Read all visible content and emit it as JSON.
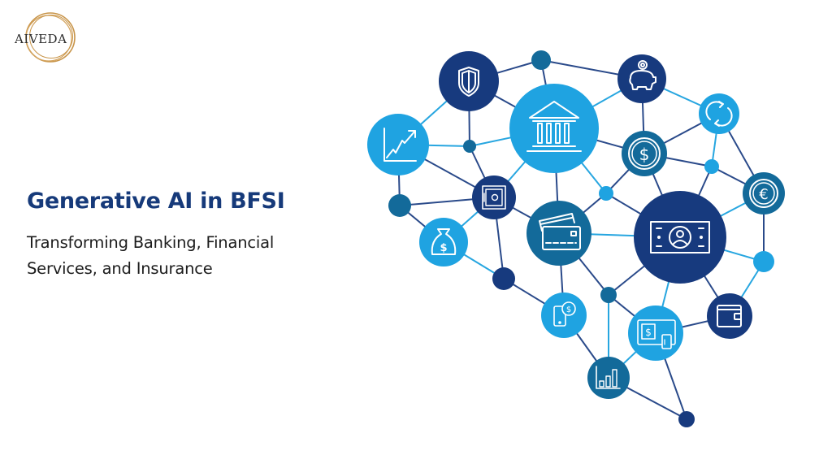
{
  "logo": {
    "text": "AIVEDA",
    "ring_color": "#c8954a"
  },
  "hero": {
    "title": "Generative AI in BFSI",
    "subtitle_line1": "Transforming Banking, Financial",
    "subtitle_line2": "Services, and Insurance"
  },
  "colors": {
    "navy": "#173a7e",
    "teal": "#136a9a",
    "light": "#1fa3e1",
    "title": "#163a7a"
  },
  "network": {
    "nodes": [
      {
        "id": "shield",
        "icon": "shield-icon"
      },
      {
        "id": "piggy-bank",
        "icon": "piggy-bank-icon"
      },
      {
        "id": "growth-chart",
        "icon": "growth-chart-icon"
      },
      {
        "id": "bank",
        "icon": "bank-icon"
      },
      {
        "id": "refresh",
        "icon": "refresh-icon"
      },
      {
        "id": "dollar-coin",
        "icon": "dollar-coin-icon"
      },
      {
        "id": "safe",
        "icon": "safe-icon"
      },
      {
        "id": "euro-coin",
        "icon": "euro-coin-icon"
      },
      {
        "id": "credit-cards",
        "icon": "credit-card-icon"
      },
      {
        "id": "banknote",
        "icon": "banknote-icon"
      },
      {
        "id": "money-bag",
        "icon": "money-bag-icon"
      },
      {
        "id": "mobile-payment",
        "icon": "mobile-payment-icon"
      },
      {
        "id": "wallet",
        "icon": "wallet-icon"
      },
      {
        "id": "pos-terminal",
        "icon": "pos-terminal-icon"
      },
      {
        "id": "bar-chart",
        "icon": "bar-chart-icon"
      }
    ]
  }
}
